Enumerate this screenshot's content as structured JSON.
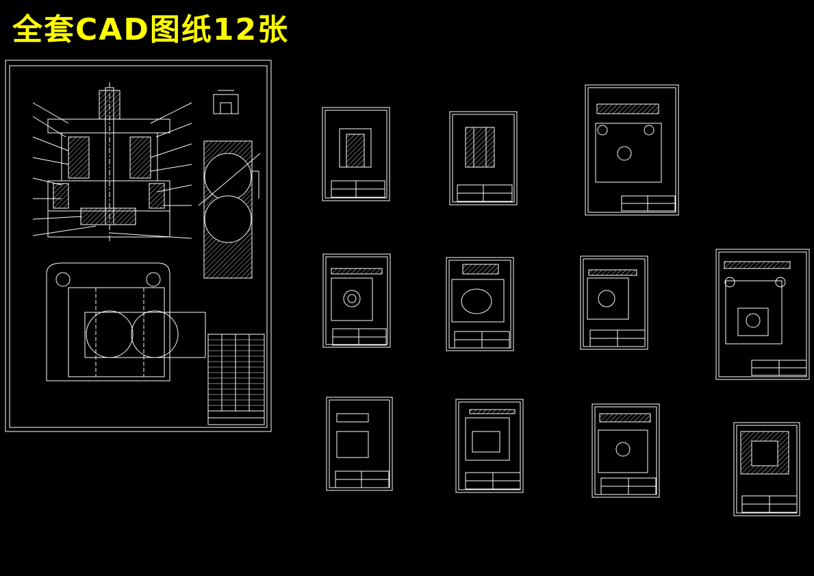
{
  "title": "全套CAD图纸12张",
  "colors": {
    "background": "#000000",
    "title": "#ffff00",
    "line": "#ffffff"
  },
  "sheets": {
    "assembly": "assembly-drawing",
    "parts": [
      "part-drawing-1",
      "part-drawing-2",
      "part-drawing-3",
      "part-drawing-4",
      "part-drawing-5",
      "part-drawing-6",
      "part-drawing-7",
      "part-drawing-8",
      "part-drawing-9",
      "part-drawing-10",
      "part-drawing-11"
    ]
  }
}
